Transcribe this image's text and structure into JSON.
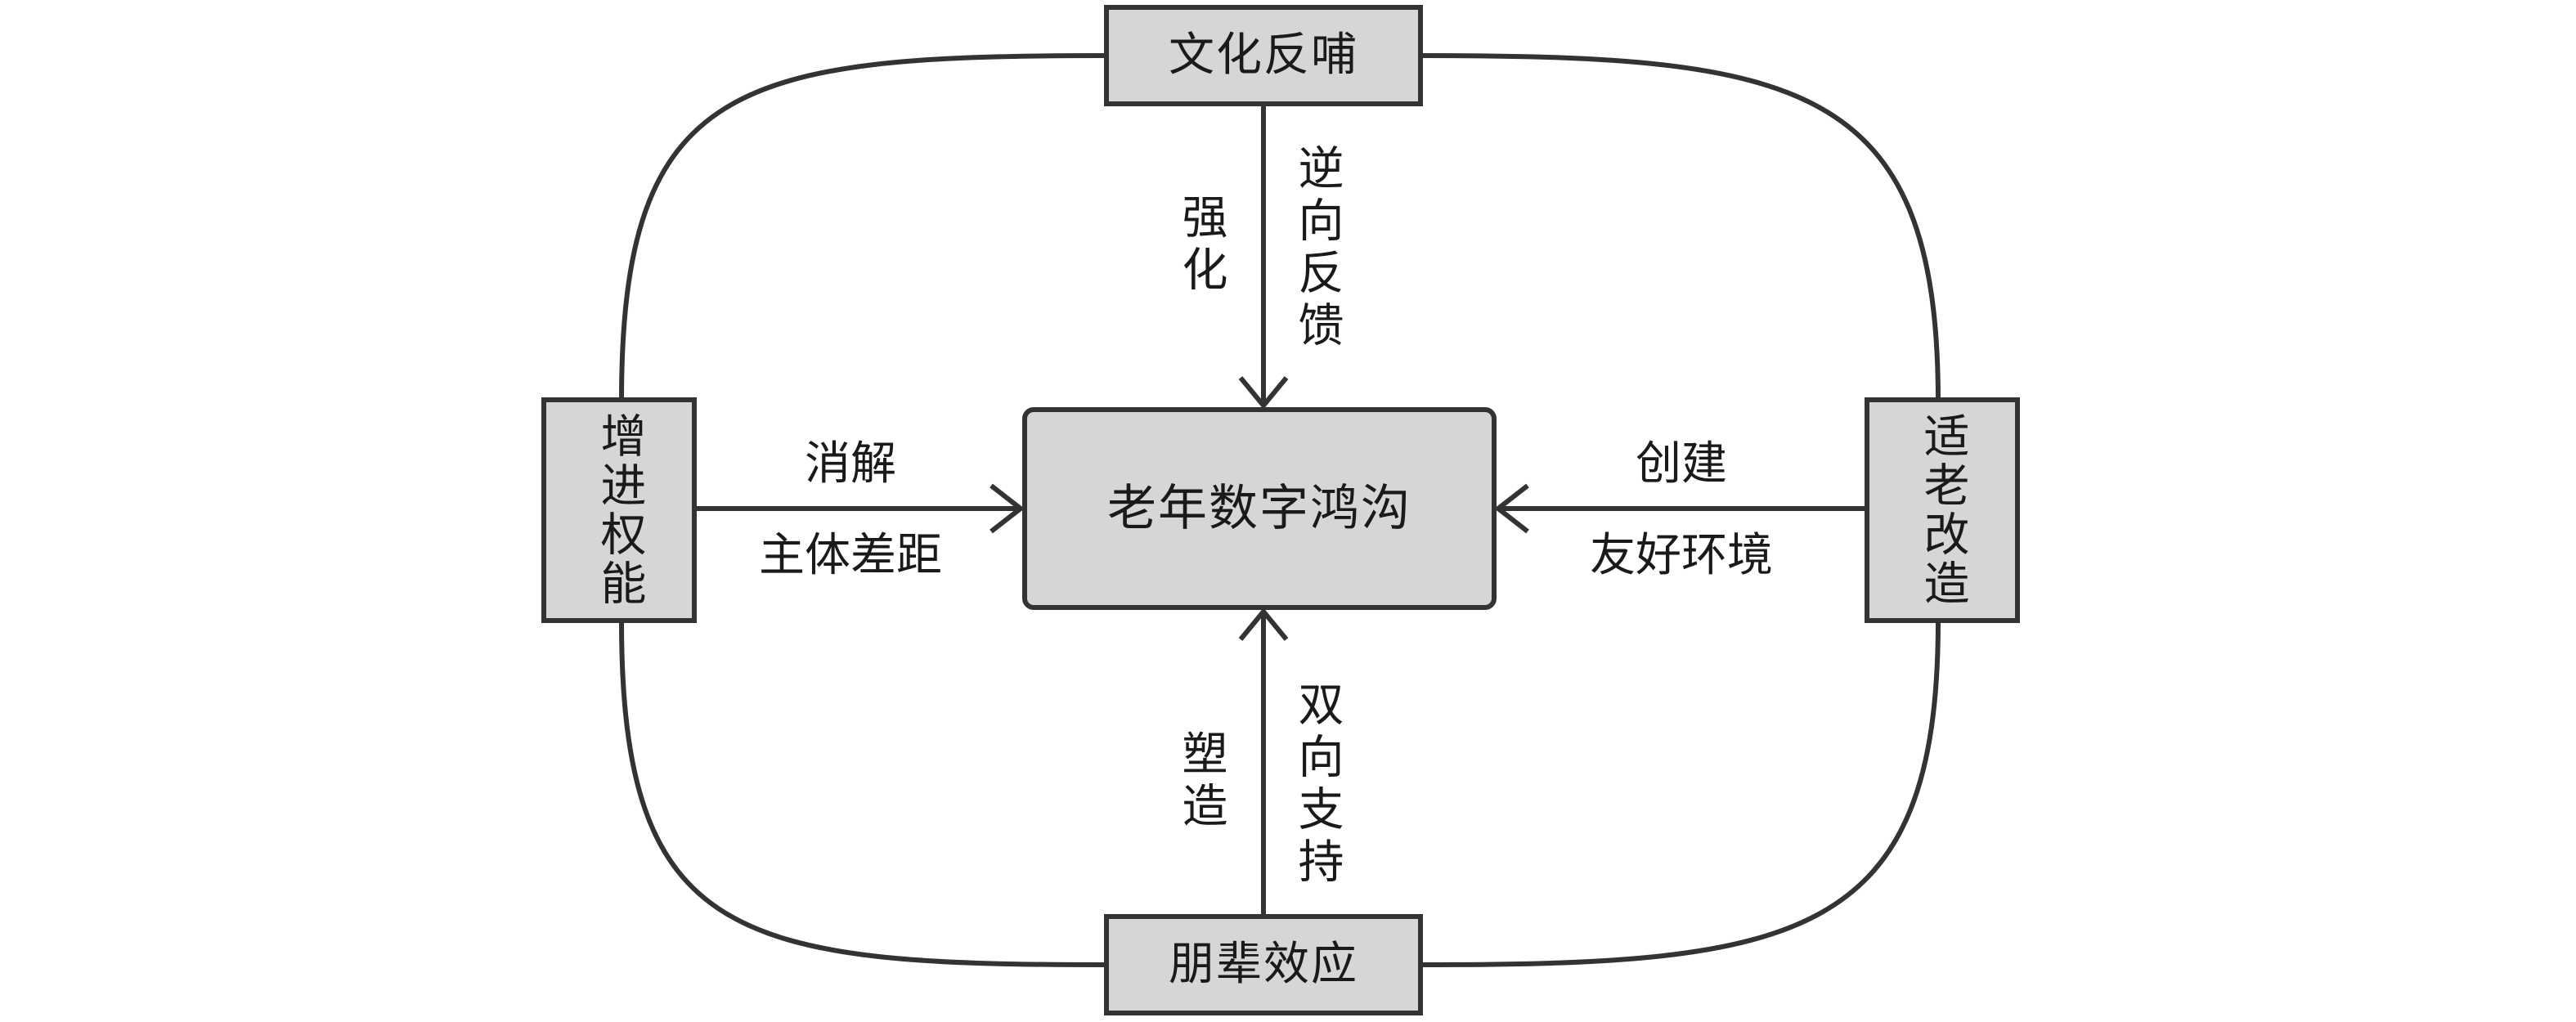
{
  "center": "老年数字鸿沟",
  "nodes": {
    "top": "文化反哺",
    "left": "增进权能",
    "right": "适老改造",
    "bottom": "朋辈效应"
  },
  "edge_labels": {
    "top_left": "强化",
    "top_right": "逆向反馈",
    "left_above": "消解",
    "left_below": "主体差距",
    "right_above": "创建",
    "right_below": "友好环境",
    "bottom_left": "塑造",
    "bottom_right": "双向支持"
  },
  "colors": {
    "box_fill": "#d6d6d6",
    "stroke": "#333333"
  }
}
